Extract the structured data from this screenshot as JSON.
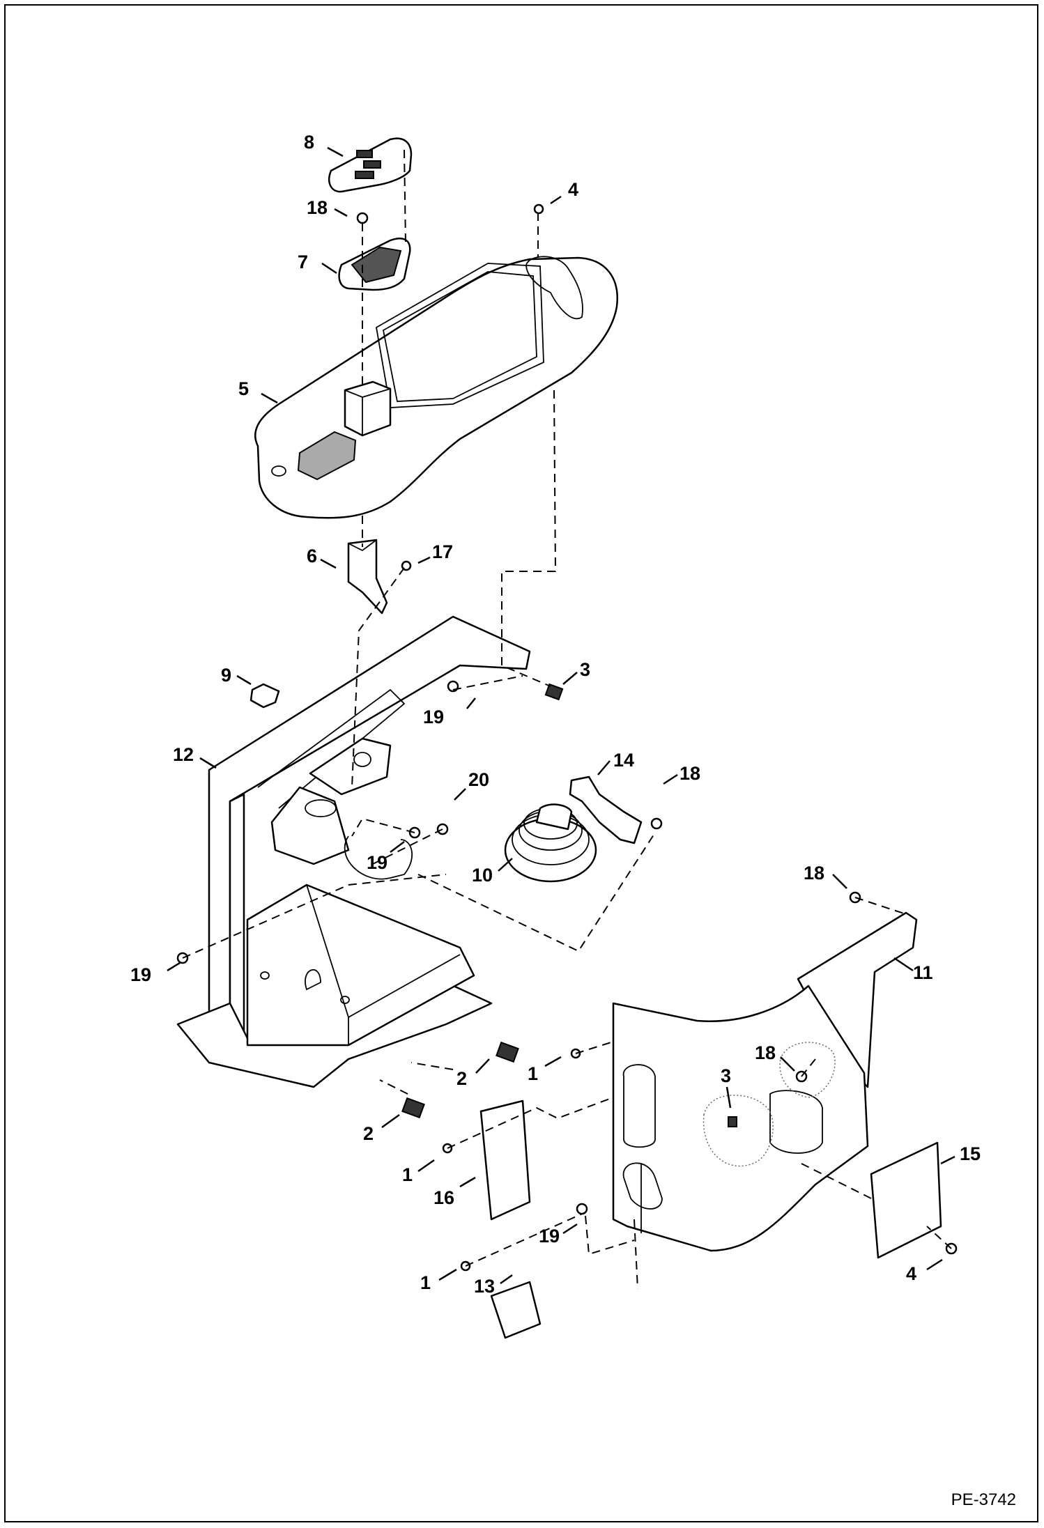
{
  "figure_id": "PE-3742",
  "callouts": [
    {
      "label": "8"
    },
    {
      "label": "18"
    },
    {
      "label": "4"
    },
    {
      "label": "7"
    },
    {
      "label": "5"
    },
    {
      "label": "6"
    },
    {
      "label": "17"
    },
    {
      "label": "3"
    },
    {
      "label": "9"
    },
    {
      "label": "19"
    },
    {
      "label": "12"
    },
    {
      "label": "14"
    },
    {
      "label": "18"
    },
    {
      "label": "20"
    },
    {
      "label": "19"
    },
    {
      "label": "10"
    },
    {
      "label": "18"
    },
    {
      "label": "19"
    },
    {
      "label": "11"
    },
    {
      "label": "2"
    },
    {
      "label": "1"
    },
    {
      "label": "18"
    },
    {
      "label": "3"
    },
    {
      "label": "2"
    },
    {
      "label": "1"
    },
    {
      "label": "16"
    },
    {
      "label": "15"
    },
    {
      "label": "19"
    },
    {
      "label": "1"
    },
    {
      "label": "13"
    },
    {
      "label": "4"
    }
  ]
}
